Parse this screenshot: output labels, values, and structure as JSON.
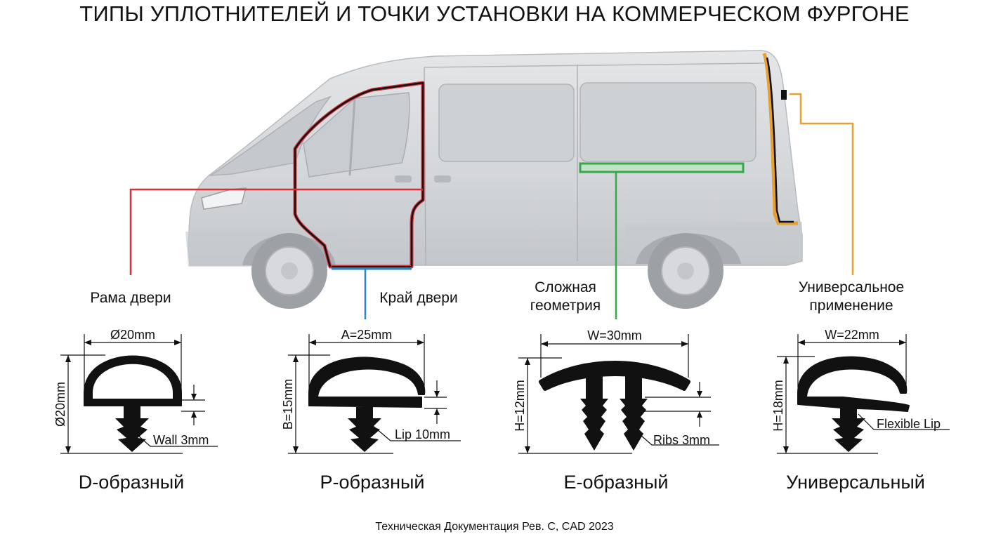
{
  "title": "ТИПЫ УПЛОТНИТЕЛЕЙ И ТОЧКИ УСТАНОВКИ НА КОММЕРЧЕСКОМ ФУРГОНЕ",
  "callouts": [
    {
      "label": "Рама двери",
      "color": "#d8303a"
    },
    {
      "label": "Край двери",
      "color": "#2a86c8"
    },
    {
      "label": "Сложная геометрия",
      "color": "#3aa84a"
    },
    {
      "label": "Универсальное применение",
      "color": "#e8a030"
    }
  ],
  "profiles": [
    {
      "name": "D-образный",
      "width_label": "Ø20mm",
      "height_label": "Ø20mm",
      "note": "Wall 3mm"
    },
    {
      "name": "P-образный",
      "width_label": "A=25mm",
      "height_label": "B=15mm",
      "note": "Lip 10mm"
    },
    {
      "name": "E-образный",
      "width_label": "W=30mm",
      "height_label": "H=12mm",
      "note": "Ribs 3mm"
    },
    {
      "name": "Универсальный",
      "width_label": "W=22mm",
      "height_label": "H=18mm",
      "note": "Flexible Lip"
    }
  ],
  "footer": "Техническая Документация Рев. С, CAD 2023"
}
